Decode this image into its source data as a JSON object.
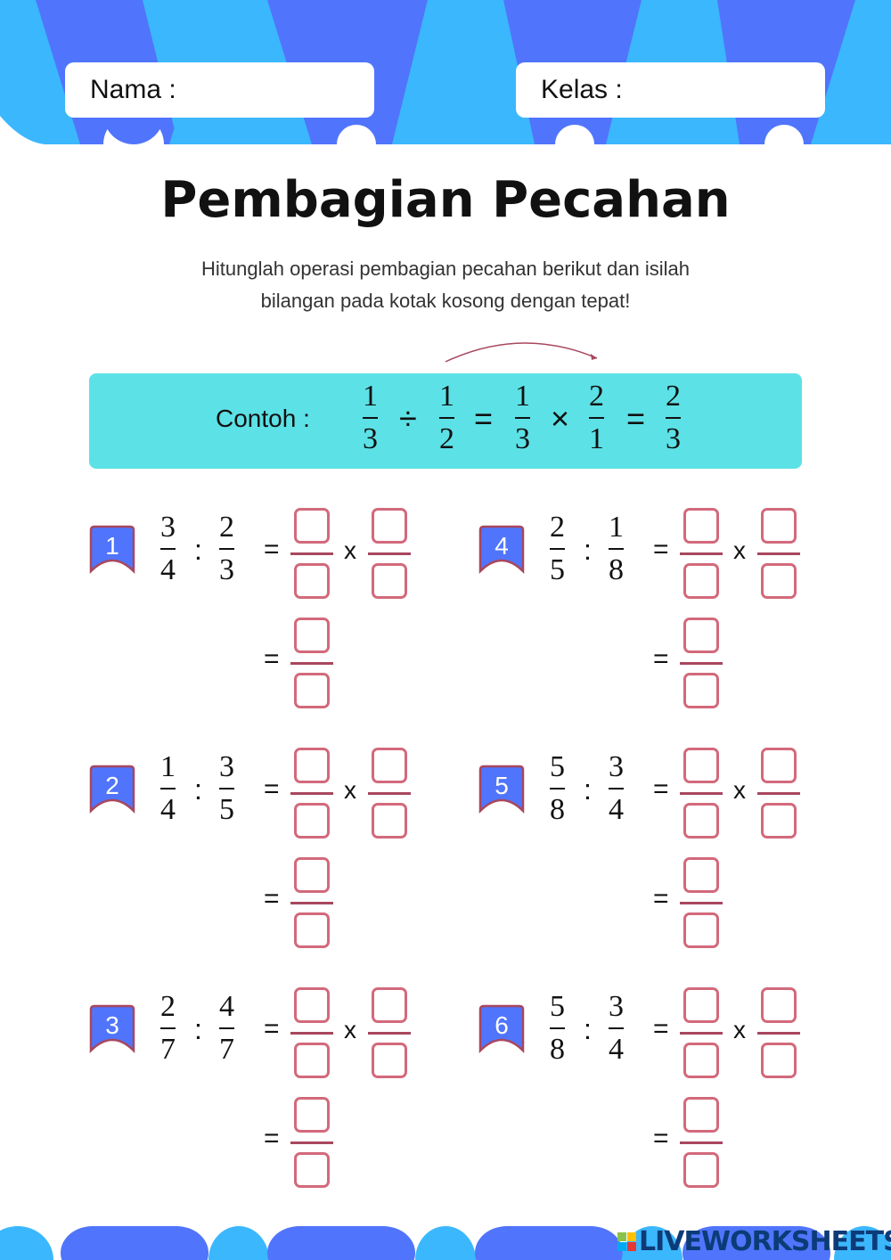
{
  "header": {
    "name_label": "Nama :",
    "class_label": "Kelas :"
  },
  "title": "Pembagian Pecahan",
  "instructions": [
    "Hitunglah operasi pembagian pecahan berikut dan isilah",
    "bilangan pada kotak kosong dengan tepat!"
  ],
  "example": {
    "label": "Contoh :",
    "fractions": [
      [
        "1",
        "3"
      ],
      [
        "1",
        "2"
      ],
      [
        "1",
        "3"
      ],
      [
        "2",
        "1"
      ],
      [
        "2",
        "3"
      ]
    ],
    "ops": [
      "÷",
      "=",
      "×",
      "="
    ]
  },
  "problems": [
    {
      "number": "1",
      "a": [
        "3",
        "4"
      ],
      "b": [
        "2",
        "3"
      ]
    },
    {
      "number": "2",
      "a": [
        "1",
        "4"
      ],
      "b": [
        "3",
        "5"
      ]
    },
    {
      "number": "3",
      "a": [
        "2",
        "7"
      ],
      "b": [
        "4",
        "7"
      ]
    },
    {
      "number": "4",
      "a": [
        "2",
        "5"
      ],
      "b": [
        "1",
        "8"
      ]
    },
    {
      "number": "5",
      "a": [
        "5",
        "8"
      ],
      "b": [
        "3",
        "4"
      ]
    },
    {
      "number": "6",
      "a": [
        "5",
        "8"
      ],
      "b": [
        "3",
        "4"
      ]
    }
  ],
  "symbols": {
    "divide": ":",
    "equals": "=",
    "times": "x"
  },
  "footer": {
    "brand": "LIVEWORKSHEETS",
    "logo_letters": [
      "L",
      "I",
      "V",
      "E"
    ]
  },
  "colors": {
    "light_blue": "#3bb7fd",
    "dark_blue": "#5075fc",
    "turquoise": "#5ce1e6",
    "box_border": "#d3697b"
  }
}
